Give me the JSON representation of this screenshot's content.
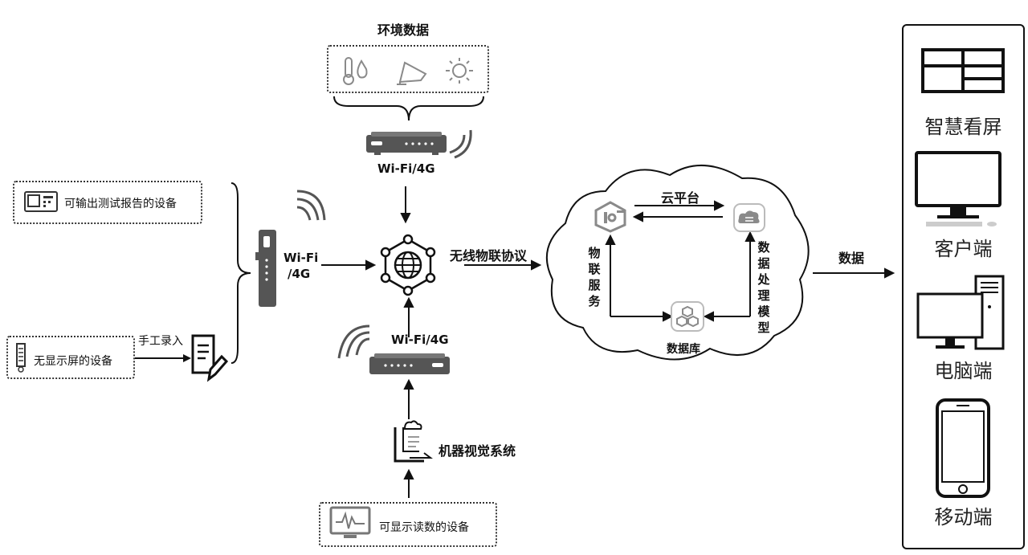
{
  "env": {
    "title": "环境数据",
    "icons": [
      "thermometer-icon",
      "surveillance-camera-icon",
      "sun-icon"
    ]
  },
  "wifi_top": "Wi-Fi/4G",
  "wifi_bottom": "Wi-Fi/4G",
  "wifi_left": [
    "Wi-Fi",
    "/4G"
  ],
  "devices": {
    "report_device": "可输出测试报告的设备",
    "no_screen_device": "无显示屏的设备",
    "manual_entry": "手工录入",
    "display_device": "可显示读数的设备"
  },
  "machine_vision": "机器视觉系统",
  "protocol": "无线物联协议",
  "cloud": {
    "title": "云平台",
    "iot_service": "物联服务",
    "processing_model": "数据处理模型",
    "database": "数据库"
  },
  "data_label": "数据",
  "terminals": [
    "智慧看屏",
    "客户端",
    "电脑端",
    "移动端"
  ],
  "colors": {
    "line": "#111111",
    "gray_icon": "#8a8a8a",
    "router": "#555555"
  }
}
